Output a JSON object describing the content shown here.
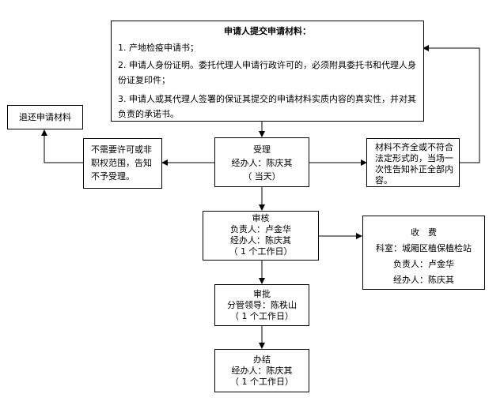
{
  "submit": {
    "title": "申请人提交申请材料：",
    "items": [
      "1. 产地检疫申请书；",
      "2. 申请人身份证明。委托代理人申请行政许可的，必须附具委托书和代理人身份证复印件；",
      "3. 申请人或其代理人签署的保证其提交的申请材料实质内容的真实性，并对其负责的承诺书。"
    ]
  },
  "return": {
    "label": "退还申请材料"
  },
  "reject": {
    "text": "不需要许可或非职权范围，告知不予受理。"
  },
  "accept": {
    "title": "受理",
    "handler": "经办人：陈庆其",
    "time": "（ 当天）"
  },
  "incomplete": {
    "text": "材料不齐全或不符合法定形式的，当场一次性告知补正全部内容。"
  },
  "review": {
    "title": "审核",
    "responsible": "负责人：卢金华",
    "handler": "经办人：陈庆其",
    "time": "（ 1 个工作日）"
  },
  "fee": {
    "title": "收　费",
    "dept": "科室：城厢区植保植检站",
    "responsible": "负责人：卢金华",
    "handler": "经办人：陈庆其"
  },
  "approve": {
    "title": "审批",
    "leader": "分管领导：陈秩山",
    "time": "（ 1 个工作日）"
  },
  "complete": {
    "title": "办结",
    "handler": "经办人：陈庆其",
    "time": "（ 1 个工作日）"
  }
}
